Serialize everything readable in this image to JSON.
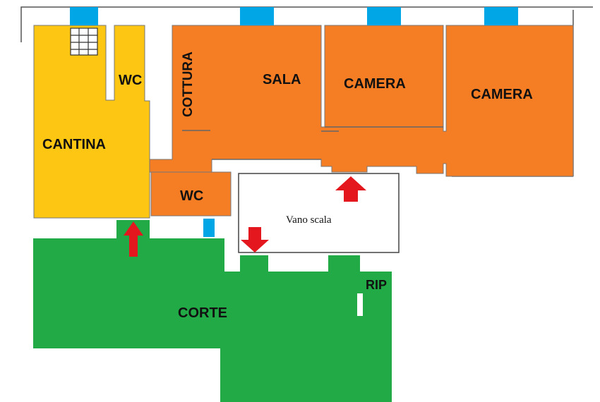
{
  "plan": {
    "rooms": {
      "cantina": "CANTINA",
      "wc_cantina": "WC",
      "cottura": "COTTURA",
      "sala": "SALA",
      "camera_1": "CAMERA",
      "camera_2": "CAMERA",
      "wc_2": "WC",
      "vano_scala": "Vano scala",
      "corte": "CORTE",
      "rip": "RIP"
    }
  },
  "colors": {
    "cantina": "#FDC612",
    "living": "#F57E24",
    "corte": "#22AA47",
    "window": "#00A6E6",
    "arrow": "#E4171E",
    "wall": "#555555"
  },
  "icons": {
    "window": "window-mark",
    "entrance_arrow": "arrow-icon",
    "stairs": "staircase-icon"
  }
}
